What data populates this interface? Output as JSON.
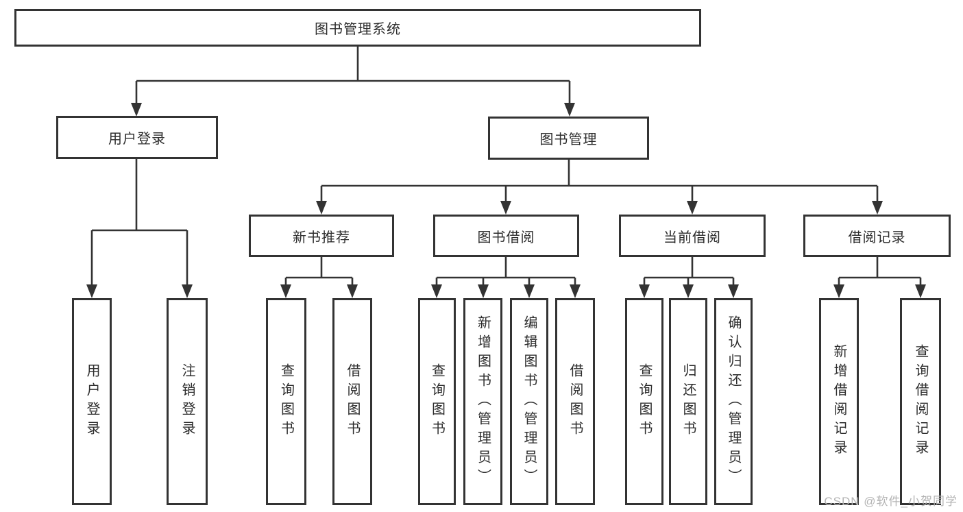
{
  "diagram": {
    "title": "图书管理系统",
    "children": [
      {
        "label": "用户登录",
        "children": [
          {
            "label": "用户登录"
          },
          {
            "label": "注销登录"
          }
        ]
      },
      {
        "label": "图书管理",
        "children": [
          {
            "label": "新书推荐",
            "children": [
              {
                "label": "查询图书"
              },
              {
                "label": "借阅图书"
              }
            ]
          },
          {
            "label": "图书借阅",
            "children": [
              {
                "label": "查询图书"
              },
              {
                "label": "新增图书（管理员）"
              },
              {
                "label": "编辑图书（管理员）"
              },
              {
                "label": "借阅图书"
              }
            ]
          },
          {
            "label": "当前借阅",
            "children": [
              {
                "label": "查询图书"
              },
              {
                "label": "归还图书"
              },
              {
                "label": "确认归还（管理员）"
              }
            ]
          },
          {
            "label": "借阅记录",
            "children": [
              {
                "label": "新增借阅记录"
              },
              {
                "label": "查询借阅记录"
              }
            ]
          }
        ]
      }
    ]
  },
  "watermark": "CSDN @软件_小贺同学",
  "colors": {
    "line": "#333333",
    "text": "#2d2d2d",
    "watermark": "#b4b4b4",
    "background": "#ffffff"
  }
}
